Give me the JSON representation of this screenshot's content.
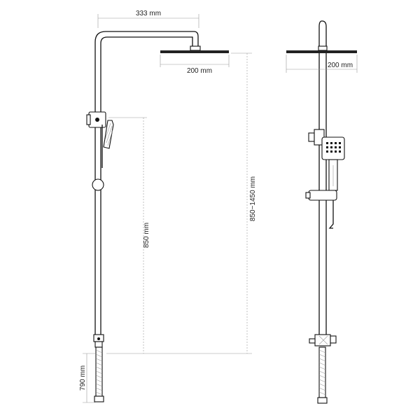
{
  "dimensions": {
    "arm_width": "333 mm",
    "head_width_front": "200 mm",
    "head_width_side": "200 mm",
    "slide_range": "850 mm",
    "total_range": "850~1450 mm",
    "bottom_height": "790 mm"
  }
}
